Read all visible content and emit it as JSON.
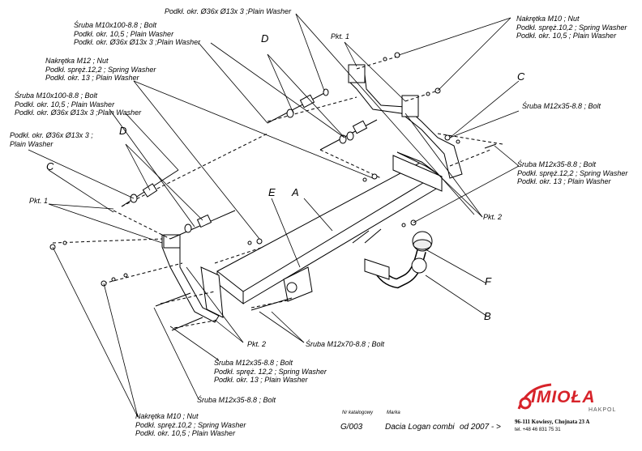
{
  "labels": {
    "washer_top": "Podkł. okr. Ø36x Ø13x 3 ;Plain Washer",
    "bolt_m10x100_top": [
      "Śruba M10x100-8.8 ; Bolt",
      "Podkł. okr. 10,5 ; Plain Washer",
      "Podkł. okr. Ø36x Ø13x 3 ;Plain Washer"
    ],
    "nut_m12": [
      "Nakrętka M12 ; Nut",
      "Podkł. spręż.12,2 ; Spring Washer",
      "Podkł. okr. 13 ; Plain Washer"
    ],
    "bolt_m10x100_left": [
      "Śruba M10x100-8.8 ; Bolt",
      "Podkł. okr. 10,5 ; Plain Washer",
      "Podkł. okr. Ø36x Ø13x 3 ;Plain Washer"
    ],
    "washer_left": [
      "Podkł. okr. Ø36x Ø13x 3 ;",
      "Plain Washer"
    ],
    "nut_m10_top_right": [
      "Nakrętka M10 ; Nut",
      "Podkł. spręż.10,2 ; Spring Washer",
      "Podkł. okr. 10,5 ; Plain Washer"
    ],
    "bolt_m12x35_right": "Śruba M12x35-8.8 ; Bolt",
    "bolt_m12x35_right_full": [
      "Śruba M12x35-8.8 ; Bolt",
      "Podkł. spręż.12,2 ; Spring Washer",
      "Podkł. okr. 13 ; Plain Washer"
    ],
    "bolt_m12x70": "Śruba M12x70-8.8 ; Bolt",
    "bolt_m12x35_bottom_full": [
      "Śruba M12x35-8.8 ; Bolt",
      "Podkł. spręż. 12,2 ; Spring Washer",
      "Podkł. okr. 13 ; Plain Washer"
    ],
    "bolt_m12x35_bottom": "Śruba M12x35-8.8 ; Bolt",
    "nut_m10_bottom": [
      "Nakrętka M10 ; Nut",
      "Podkł. spręż.10,2 ; Spring Washer",
      "Podkł. okr. 10,5 ; Plain Washer"
    ]
  },
  "callouts": {
    "A": "A",
    "B": "B",
    "C": "C",
    "D": "D",
    "E": "E",
    "F": "F"
  },
  "pkt": {
    "pkt1": "Pkt. 1",
    "pkt2": "Pkt. 2"
  },
  "footer": {
    "catalog_label": "Nr katalogowy",
    "catalog_no": "G/003",
    "brand_label": "Marka",
    "model": "Dacia Logan combi",
    "year": "od  2007 - >",
    "address": "96-111 Kowiesy, Chojnata 23 A",
    "phone": "tel. +48 46 831 75 31"
  },
  "logo": {
    "name": "IMIOŁA",
    "sub": "HAKPOL",
    "color": "#d7232a"
  }
}
